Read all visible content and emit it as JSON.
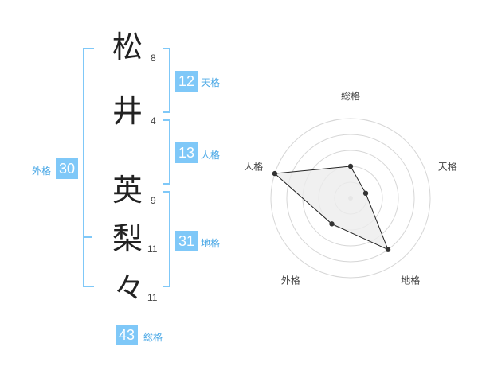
{
  "name": [
    {
      "char": "松",
      "strokes": "8"
    },
    {
      "char": "井",
      "strokes": "4"
    },
    {
      "char": "英",
      "strokes": "9"
    },
    {
      "char": "梨",
      "strokes": "11"
    },
    {
      "char": "々",
      "strokes": "11"
    }
  ],
  "kaku": {
    "ten": {
      "value": "12",
      "label": "天格"
    },
    "jin": {
      "value": "13",
      "label": "人格"
    },
    "chi": {
      "value": "31",
      "label": "地格"
    },
    "gai": {
      "value": "30",
      "label": "外格"
    },
    "sou": {
      "value": "43",
      "label": "総格"
    }
  },
  "radar": {
    "axes": [
      "総格",
      "天格",
      "地格",
      "外格",
      "人格"
    ],
    "values": [
      2,
      1,
      4,
      2,
      5
    ],
    "max": 5
  },
  "colors": {
    "accent": "#7fc8f8",
    "label": "#4aa8e6"
  }
}
